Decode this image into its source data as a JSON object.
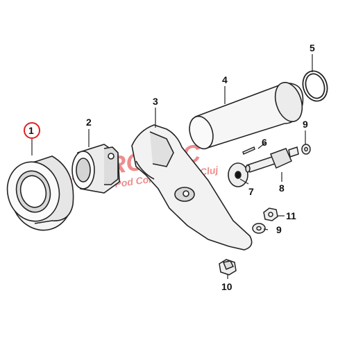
{
  "watermark": {
    "line1": "AGROMEC",
    "line2": "Pod Cornesti Jud. Cluj",
    "color": "#e03030"
  },
  "highlight_color": "#e02020",
  "parts": [
    {
      "number": "1",
      "name": "release-bearing",
      "highlighted": true
    },
    {
      "number": "2",
      "name": "guide-sleeve"
    },
    {
      "number": "3",
      "name": "release-fork"
    },
    {
      "number": "4",
      "name": "protective-sleeve"
    },
    {
      "number": "5",
      "name": "circlip"
    },
    {
      "number": "6",
      "name": "pin"
    },
    {
      "number": "7",
      "name": "washer"
    },
    {
      "number": "8",
      "name": "slave-cylinder-pushrod"
    },
    {
      "number": "9",
      "name": "washer-small"
    },
    {
      "number": "9",
      "name": "washer-small-lower"
    },
    {
      "number": "10",
      "name": "pivot-bolt"
    },
    {
      "number": "11",
      "name": "hex-nut"
    }
  ]
}
